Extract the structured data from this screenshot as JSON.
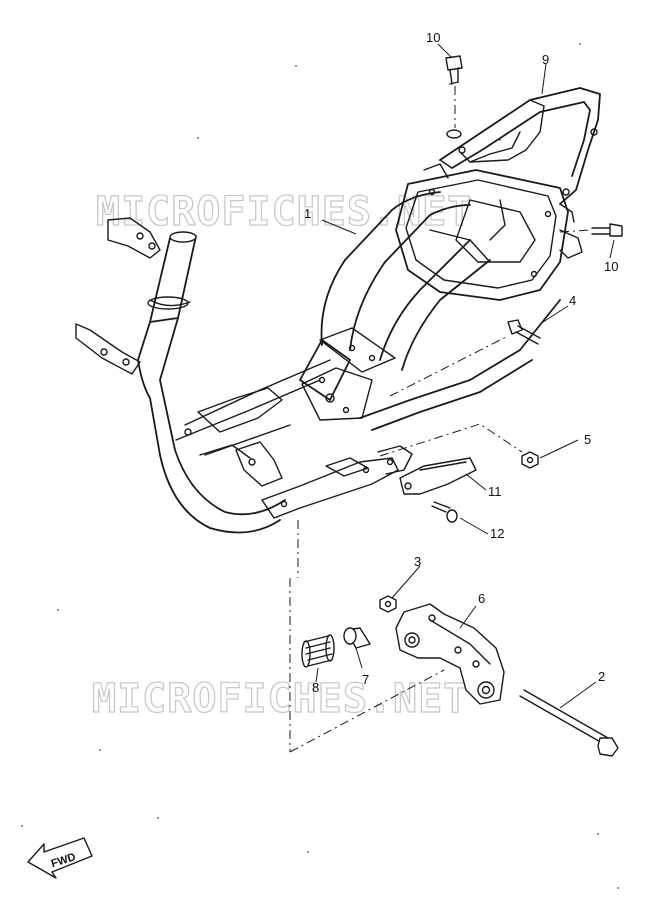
{
  "watermark": "MICROFICHES.NET",
  "direction_label": "FWD",
  "callouts": {
    "c1": "1",
    "c2": "2",
    "c3": "3",
    "c4": "4",
    "c5": "5",
    "c6": "6",
    "c7": "7",
    "c8": "8",
    "c9": "9",
    "c10_top": "10",
    "c10_right": "10",
    "c11": "11",
    "c12": "12"
  },
  "colors": {
    "line": "#1a1a1a",
    "watermark": "#c9c9c9",
    "background": "#ffffff"
  }
}
